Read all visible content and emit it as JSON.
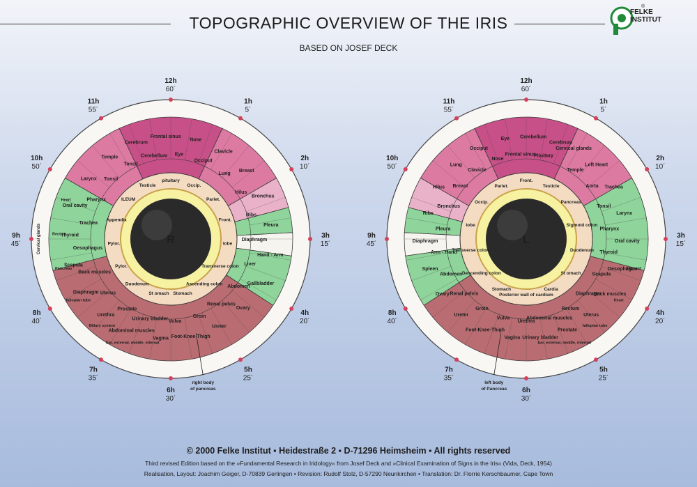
{
  "header": {
    "title": "TOPOGRAPHIC OVERVIEW OF THE IRIS",
    "subtitle": "BASED ON JOSEF DECK",
    "logo_line1": "FELKE",
    "logo_line2": "INSTITUT",
    "logo_mark": "®"
  },
  "colors": {
    "pink": "#dd7aa2",
    "pink_light": "#eab2c9",
    "magenta": "#c85088",
    "green": "#8fd49a",
    "green_light": "#bfe9c4",
    "red_brown": "#b96d72",
    "rose": "#cf8c90",
    "white": "#f6f4ee",
    "collarette": "#f4dcc2",
    "pupil": "#2a2a2a",
    "tick": "#d4405a"
  },
  "right_eye": {
    "pupil_letter": "R",
    "clock": [
      {
        "h": "12h",
        "m": "60´"
      },
      {
        "h": "1h",
        "m": "5´"
      },
      {
        "h": "2h",
        "m": "10´"
      },
      {
        "h": "3h",
        "m": "15´"
      },
      {
        "h": "4h",
        "m": "20´"
      },
      {
        "h": "5h",
        "m": "25´"
      },
      {
        "h": "6h",
        "m": "30´"
      },
      {
        "h": "7h",
        "m": "35´"
      },
      {
        "h": "8h",
        "m": "40´"
      },
      {
        "h": "9h",
        "m": "45´"
      },
      {
        "h": "10h",
        "m": "50´"
      },
      {
        "h": "11h",
        "m": "55´"
      }
    ],
    "outer_labels": [
      "Cerebrum",
      "Cerebellum",
      "Frontal sinus",
      "Eye",
      "Nose",
      "Occiput",
      "Clavicle",
      "Lung",
      "Breast",
      "Hilus",
      "Bronchus",
      "Ribs",
      "Pleura",
      "Diaphragm",
      "Hand - Arm",
      "Liver",
      "Gallbladder",
      "Abdomen",
      "Ovary",
      "Renal pelvis",
      "Ureter",
      "Groin",
      "Foot-Knee-Thigh",
      "Vulva",
      "Vagina",
      "Urinary bladder",
      "Abdominal muscles",
      "Prostate",
      "Urethra",
      "Uterus",
      "Diaphragm",
      "Back muscles",
      "Scapula",
      "Oesophagus",
      "Thyroid",
      "Trachea",
      "Oral cavity",
      "Pharynx",
      "Larynx",
      "Tonsil",
      "Temple",
      "Tonsil"
    ],
    "inner_labels": [
      "pituitary",
      "Occip.",
      "Pariet.",
      "Front.",
      "lobe",
      "Transverse colon",
      "Ascending colon",
      "Stomach",
      "St omach",
      "Duodenum",
      "Pylor.",
      "Pylor.",
      "Appendix",
      "ILEUM",
      "Testicle"
    ],
    "side_label": "Cervical glands",
    "extra_labels": [
      "Ear, external, middle, internal",
      "Biliary system",
      "fallopian tube",
      "Pancreas",
      "Rectum",
      "Heart"
    ],
    "annotation": "right body\nof pancreas"
  },
  "left_eye": {
    "pupil_letter": "L",
    "clock": [
      {
        "h": "12h",
        "m": "60´"
      },
      {
        "h": "1h",
        "m": "5´"
      },
      {
        "h": "2h",
        "m": "10´"
      },
      {
        "h": "3h",
        "m": "15´"
      },
      {
        "h": "4h",
        "m": "20´"
      },
      {
        "h": "5h",
        "m": "25´"
      },
      {
        "h": "6h",
        "m": "30´"
      },
      {
        "h": "7h",
        "m": "35´"
      },
      {
        "h": "8h",
        "m": "40´"
      },
      {
        "h": "9h",
        "m": "45´"
      },
      {
        "h": "10h",
        "m": "50´"
      },
      {
        "h": "11h",
        "m": "55´"
      }
    ],
    "outer_labels": [
      "Cerebrum",
      "Pituitary",
      "Cerebellum",
      "Frontal sinus",
      "Eye",
      "Nose",
      "Occiput",
      "Clavicle",
      "Lung",
      "Breast",
      "Hilus",
      "Bronchus",
      "Ribs",
      "Pleura",
      "Diaphragm",
      "Arm - Hand",
      "Spleen",
      "Abdomen",
      "Ovary",
      "Renal pelvis",
      "Ureter",
      "Groin",
      "Foot-Knee-Thigh",
      "Vulva",
      "Vagina",
      "Urethra",
      "Urinary bladder",
      "Abdominal muscles",
      "Prostate",
      "Rectum",
      "Uterus",
      "Diaphragm",
      "Back muscles",
      "Scapula",
      "Oesophagus",
      "Thyroid",
      "Oral cavity",
      "Pharynx",
      "Larynx",
      "Tonsil",
      "Trachea",
      "Aorta",
      "Left Heart",
      "Temple",
      "Cervical glands"
    ],
    "inner_labels": [
      "Front.",
      "Pariet.",
      "Occip.",
      "lobe",
      "Transverse colon",
      "Descending colon",
      "Stomach",
      "Posterior wall of cardium",
      "Cardia",
      "St omach",
      "Duodenum",
      "Sigmoid colon",
      "Pancreas",
      "Testicle"
    ],
    "extra_labels": [
      "Ear, external, middle, internal",
      "fallopian tube",
      "Heart",
      "Sigmoid"
    ],
    "annotation": "left body\nof Pancreas"
  },
  "footer": {
    "line1": "© 2000 Felke Institut ▪ Heidestraße 2 ▪ D-71296 Heimsheim ▪ All rights reserved",
    "line2": "Third revised Edition based on the »Fundamental Research in Iridology« from Josef Deck and »Clinical Examination of Signs in the Iris« (Vida, Deck, 1954)",
    "line3": "Realisation, Layout: Joachim Geiger, D-70839 Gerlingen ▪ Revision: Rudolf Stolz, D-57290 Neunkirchen ▪ Translation: Dr. Florrie Kerschbaumer, Cape Town"
  }
}
